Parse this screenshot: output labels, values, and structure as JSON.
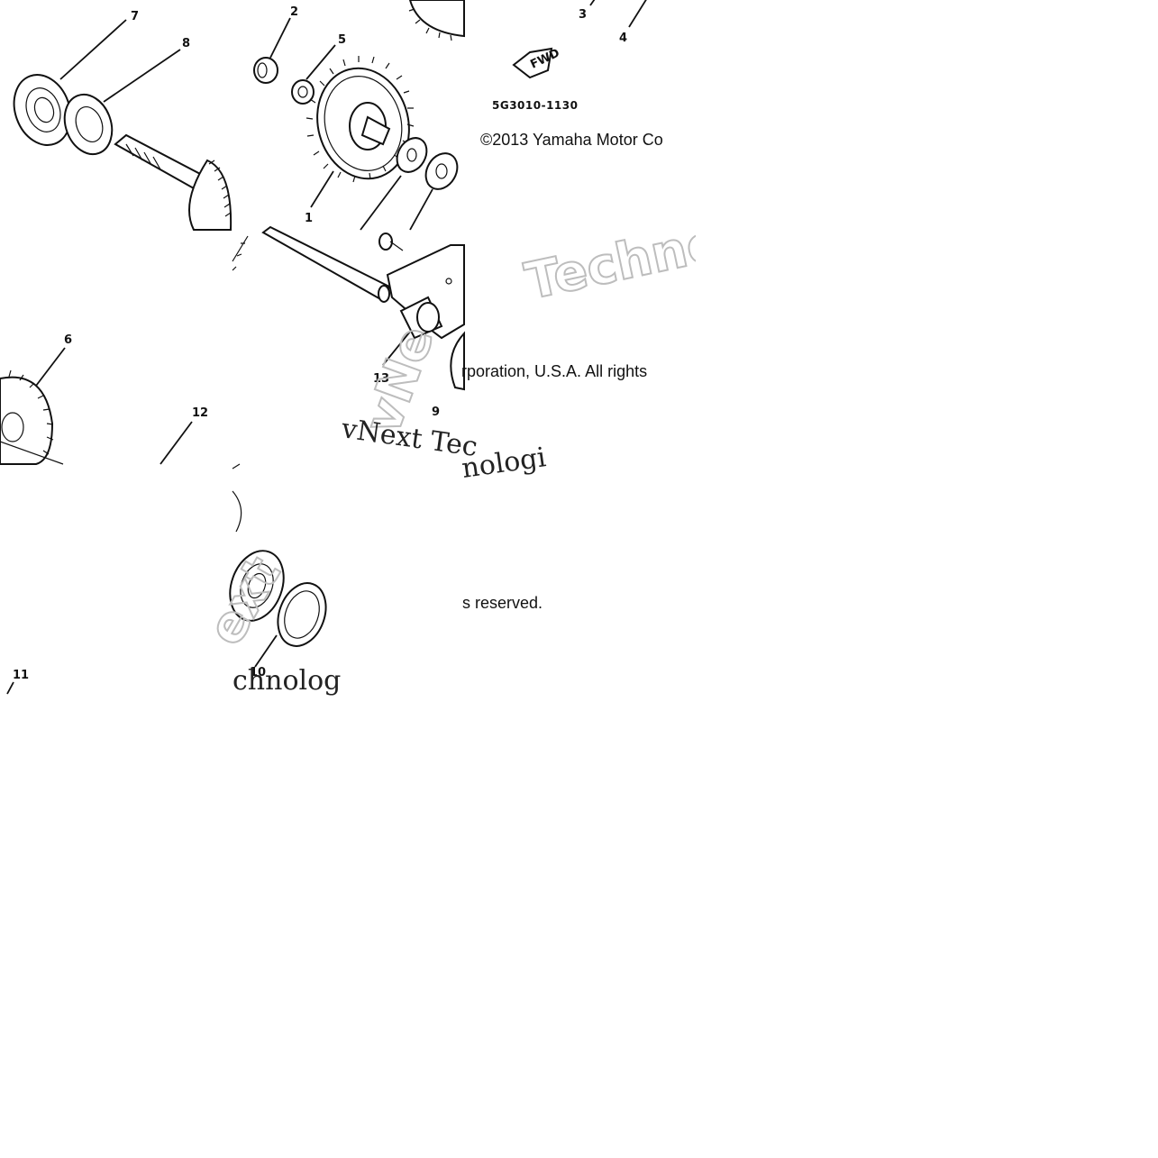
{
  "diagram": {
    "drawing_code": "5G3010-1130",
    "fwd_marker": "FWD",
    "copyright_segments": [
      "©2013 Yamaha Motor Co",
      "rporation, U.S.A. All rights",
      "s reserved."
    ],
    "callouts": [
      "1",
      "2",
      "3",
      "4",
      "5",
      "6",
      "7",
      "8",
      "9",
      "10",
      "11",
      "12",
      "13"
    ],
    "watermark": {
      "bold_text": "Techno",
      "vertical_text": "vNe",
      "serif_text": "vNext Tec",
      "serif_text_2": "nologi",
      "bottom_text": "ext",
      "bottom_text_2": "chnolog"
    }
  }
}
